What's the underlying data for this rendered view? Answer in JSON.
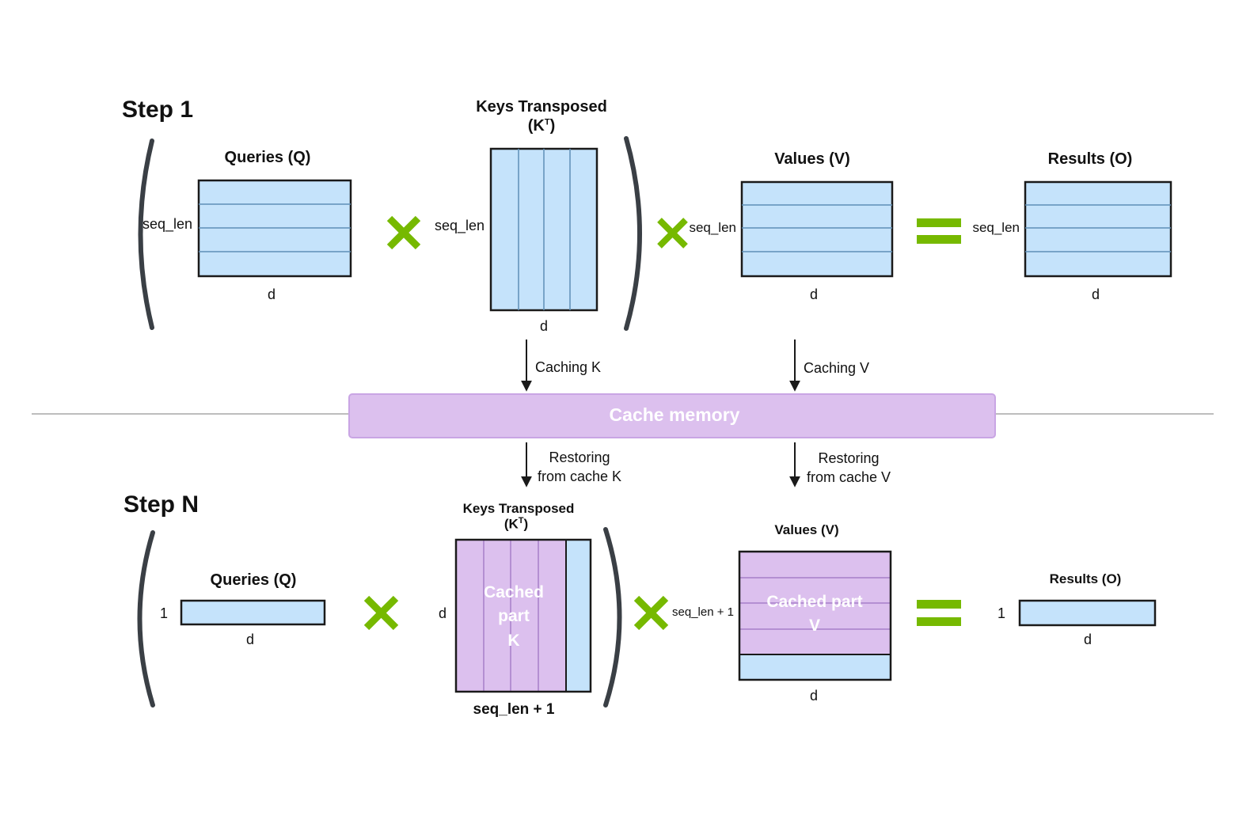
{
  "step1": {
    "heading": "Step 1",
    "queries": {
      "title": "Queries (Q)",
      "rows_label": "seq_len",
      "cols_label": "d"
    },
    "keys": {
      "title": "Keys Transposed",
      "subtitle_base": "(K",
      "subtitle_sup": "T",
      "subtitle_end": ")",
      "rows_label": "seq_len",
      "cols_label": "d"
    },
    "values": {
      "title": "Values (V)",
      "rows_label": "seq_len",
      "cols_label": "d"
    },
    "results": {
      "title": "Results (O)",
      "rows_label": "seq_len",
      "cols_label": "d"
    }
  },
  "cache": {
    "label": "Cache memory",
    "caching_k": "Caching K",
    "caching_v": "Caching V",
    "restore_k": [
      "Restoring",
      "from cache K"
    ],
    "restore_v": [
      "Restoring",
      "from cache V"
    ]
  },
  "stepN": {
    "heading": "Step N",
    "queries": {
      "title": "Queries (Q)",
      "rows_label": "1",
      "cols_label": "d"
    },
    "keys": {
      "title": "Keys Transposed",
      "subtitle_base": "(K",
      "subtitle_sup": "T",
      "subtitle_end": ")",
      "rows_label": "d",
      "cols_label": "seq_len + 1",
      "cached_lines": [
        "Cached",
        "part",
        "K"
      ]
    },
    "values": {
      "title": "Values (V)",
      "rows_label": "seq_len + 1",
      "cols_label": "d",
      "cached_lines": [
        "Cached part",
        "V"
      ]
    },
    "results": {
      "title": "Results (O)",
      "rows_label": "1",
      "cols_label": "d"
    }
  },
  "colors": {
    "new_block": "#c5e3fb",
    "cached_block": "#dcc0ee",
    "cache_bar": "#dcc0ee",
    "cache_bar_border": "#c9a5e4",
    "operator": "#76b900",
    "bracket": "#3a3f45",
    "block_border": "#1a1a1a",
    "grid_line_blue": "#5f8fb8",
    "grid_line_purple": "#a77fc9",
    "divider": "#bdbdbd"
  }
}
